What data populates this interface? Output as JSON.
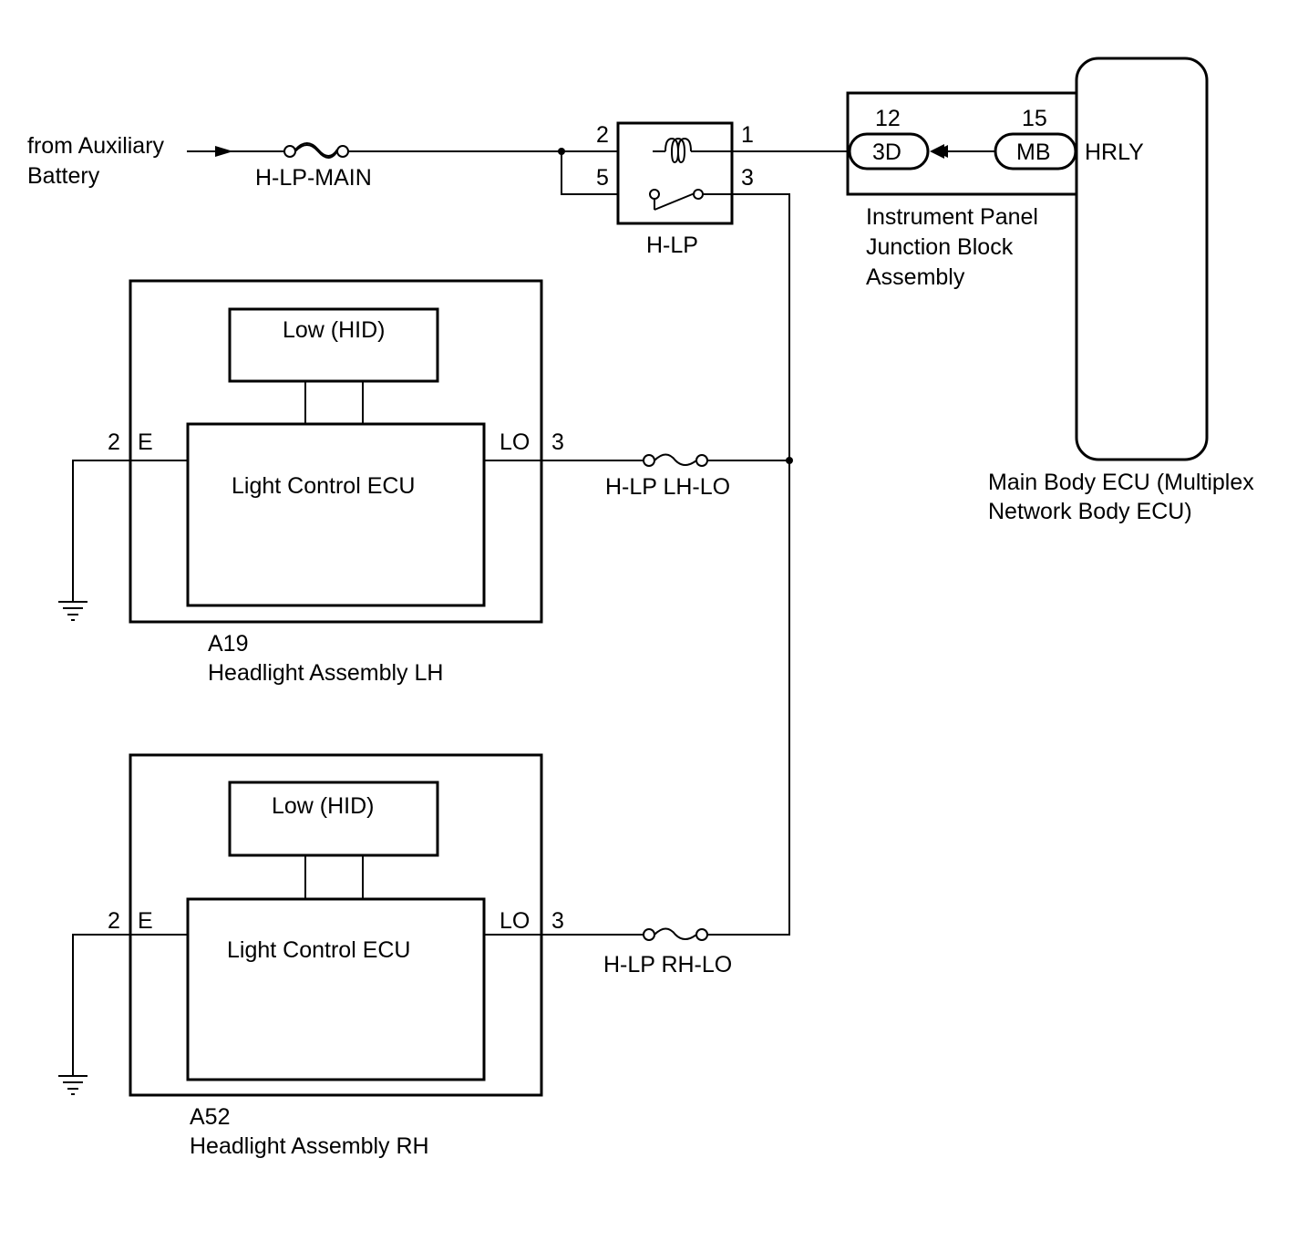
{
  "source": {
    "line1": "from Auxiliary",
    "line2": "Battery"
  },
  "fuses": {
    "main": "H-LP-MAIN",
    "lh_lo": "H-LP LH-LO",
    "rh_lo": "H-LP RH-LO"
  },
  "relay": {
    "name": "H-LP",
    "pin_coil_in": "2",
    "pin_coil_out": "1",
    "pin_switch_in": "5",
    "pin_switch_out": "3"
  },
  "junction_block": {
    "line1": "Instrument Panel",
    "line2": "Junction Block",
    "line3": "Assembly",
    "connector": "3D",
    "pin": "12"
  },
  "body_ecu": {
    "line1": "Main Body ECU (Multiplex",
    "line2": "Network Body ECU)",
    "connector": "MB",
    "pin": "15",
    "terminal": "HRLY"
  },
  "headlight_lh": {
    "code": "A19",
    "name": "Headlight Assembly LH",
    "lamp": "Low (HID)",
    "ecu": "Light Control ECU",
    "pin_e": "2",
    "term_e": "E",
    "term_lo": "LO",
    "pin_lo": "3"
  },
  "headlight_rh": {
    "code": "A52",
    "name": "Headlight Assembly RH",
    "lamp": "Low (HID)",
    "ecu": "Light Control ECU",
    "pin_e": "2",
    "term_e": "E",
    "term_lo": "LO",
    "pin_lo": "3"
  }
}
